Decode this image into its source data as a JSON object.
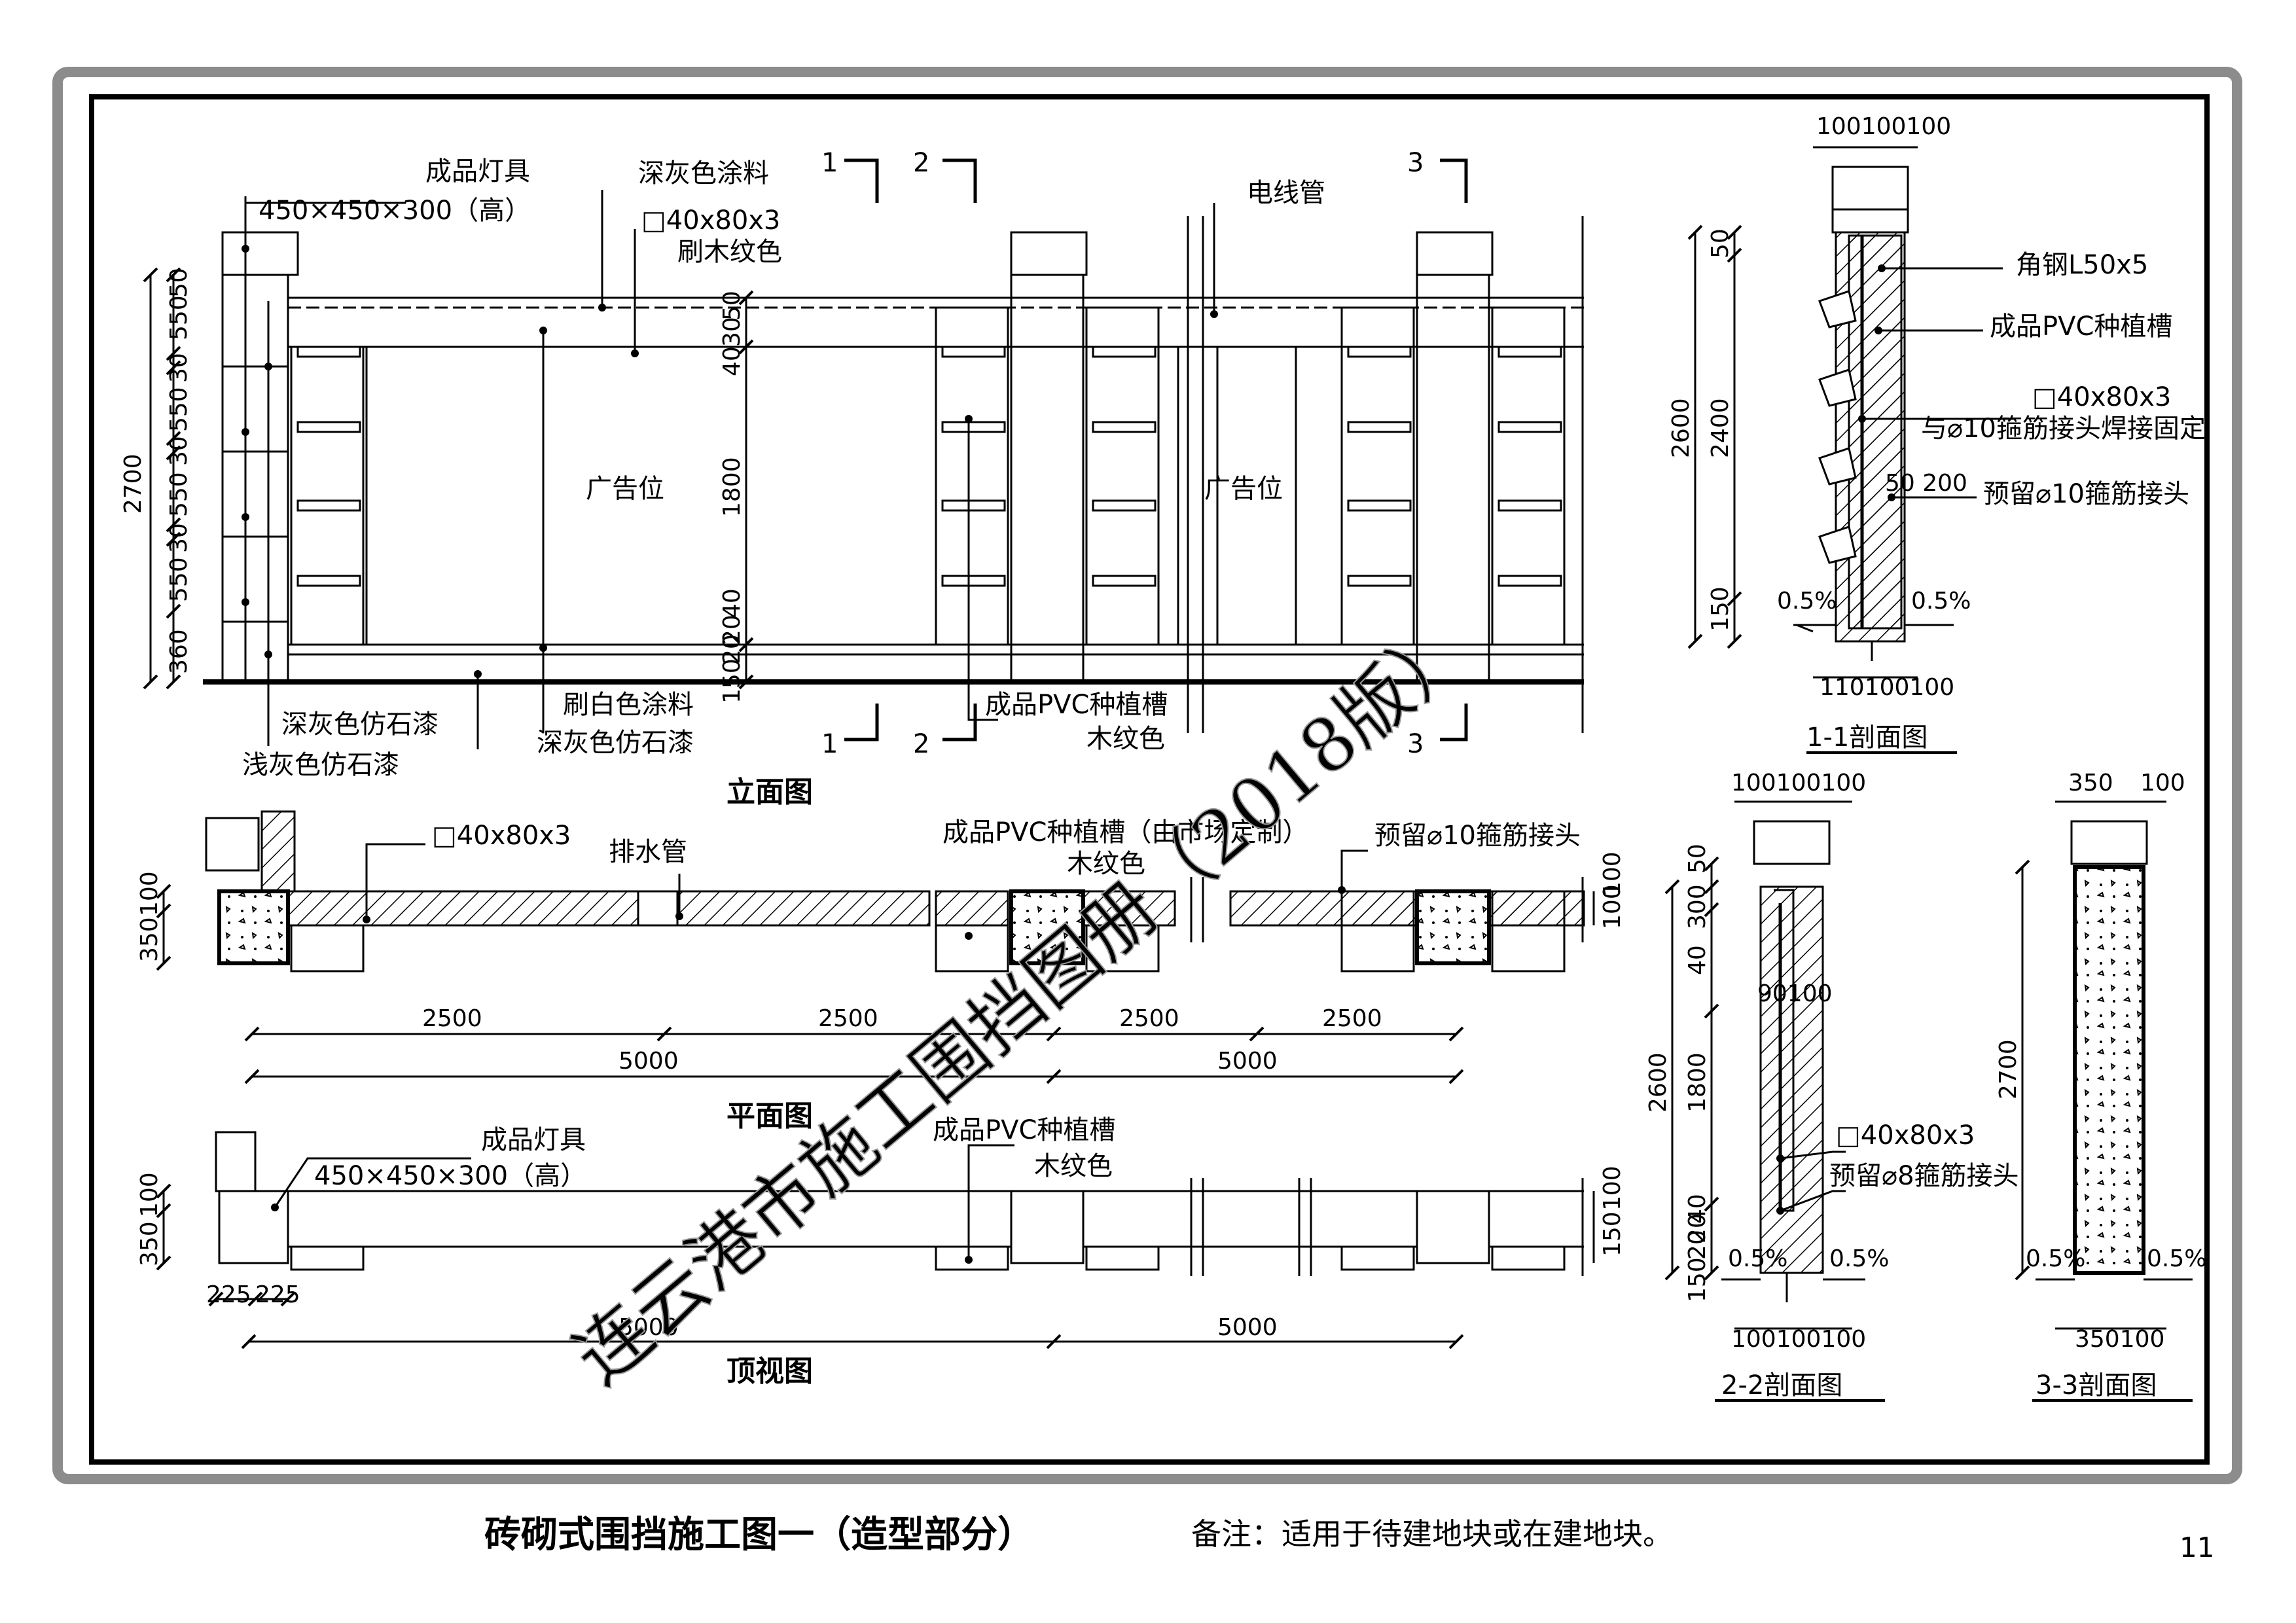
{
  "sheet": {
    "title": "砖砌式围挡施工图一（造型部分）",
    "note": "备注：适用于待建地块或在建地块。",
    "page_number": "11",
    "watermark": "连云港市施工围挡图册（2018版）"
  },
  "views": {
    "elevation": "立面图",
    "plan": "平面图",
    "top": "顶视图",
    "section_1": "1-1剖面图",
    "section_2": "2-2剖面图",
    "section_3": "3-3剖面图"
  },
  "labels": {
    "lamp": "成品灯具",
    "lamp_size": "450×450×300（高）",
    "paint_dark_gray": "深灰色涂料",
    "tube": "□40x80x3",
    "wood_grain_brush": "刷木纹色",
    "conduit": "电线管",
    "ad_space": "广告位",
    "white_paint": "刷白色涂料",
    "stone_dark": "深灰色仿石漆",
    "stone_light": "浅灰色仿石漆",
    "pvc_trough": "成品PVC种植槽",
    "wood_color": "木纹色",
    "drain_pipe": "排水管",
    "pvc_custom": "成品PVC种植槽（由市场定制）",
    "rebar_10": "预留⌀10箍筋接头",
    "angle_steel": "角钢L50x5",
    "weld_note": "与⌀10箍筋接头焊接固定",
    "rebar_8": "预留⌀8箍筋接头",
    "slope": "0.5%"
  },
  "section_markers": {
    "m1": "1",
    "m2": "2",
    "m3": "3"
  },
  "dims": {
    "elev_left": [
      "50",
      "550",
      "30",
      "550",
      "30",
      "550",
      "30",
      "550",
      "360"
    ],
    "elev_total": "2700",
    "elev_mid": [
      "40",
      "30",
      "50",
      "1800",
      "40",
      "20",
      "20",
      "150"
    ],
    "plan_left": [
      "100",
      "350"
    ],
    "plan_right": [
      "100",
      "100"
    ],
    "plan_spans_2500": [
      "2500",
      "2500",
      "2500",
      "2500"
    ],
    "plan_spans_5000": [
      "5000",
      "5000"
    ],
    "top_left": [
      "100",
      "350"
    ],
    "top_right": [
      "100",
      "150"
    ],
    "top_bottom": [
      "225",
      "225"
    ],
    "top_spans": [
      "5000",
      "5000"
    ],
    "s1_top": "100100100",
    "s1_bottom": "110100100",
    "s1_heights": [
      "2600",
      "2400",
      "50",
      "150"
    ],
    "s1_inner": "50 200",
    "s2_top": "100100100",
    "s2_bottom": "100100100",
    "s2_heights": [
      "2600",
      "1800",
      "50",
      "40",
      "300",
      "40",
      "20",
      "20",
      "150"
    ],
    "s2_inner": "90100",
    "s3_top": [
      "350",
      "100"
    ],
    "s3_bottom": "350100",
    "s3_height": "2700"
  }
}
